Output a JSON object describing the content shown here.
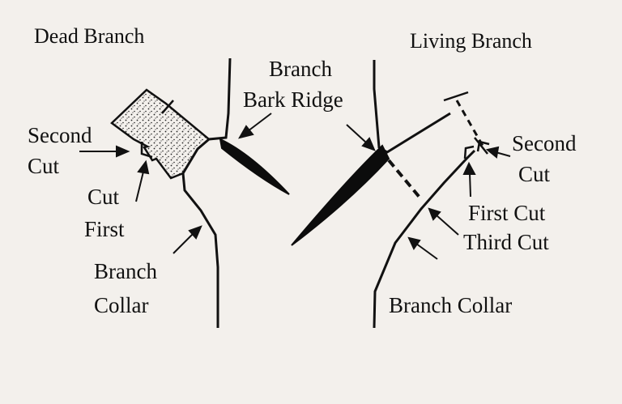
{
  "diagram": {
    "dead_branch": {
      "title": "Dead Branch",
      "second_cut": [
        "Second",
        "Cut"
      ],
      "cut_first": [
        "Cut",
        "First"
      ],
      "branch_collar": [
        "Branch",
        "Collar"
      ]
    },
    "shared": {
      "branch_bark_ridge": [
        "Branch",
        "Bark Ridge"
      ]
    },
    "living_branch": {
      "title": "Living Branch",
      "second_cut": [
        "Second",
        "Cut"
      ],
      "first_cut": "First Cut",
      "third_cut": "Third Cut",
      "branch_collar": "Branch Collar"
    }
  }
}
